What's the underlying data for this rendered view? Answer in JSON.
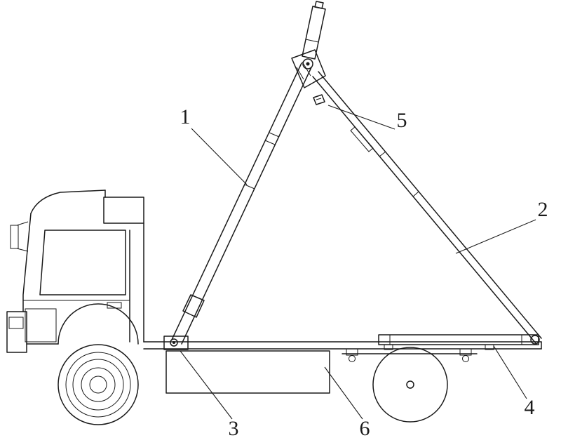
{
  "figure": {
    "background": "#ffffff",
    "stroke_color": "#1a1a1a",
    "callouts": [
      {
        "label": "1"
      },
      {
        "label": "2"
      },
      {
        "label": "3"
      },
      {
        "label": "4"
      },
      {
        "label": "5"
      },
      {
        "label": "6"
      }
    ]
  }
}
